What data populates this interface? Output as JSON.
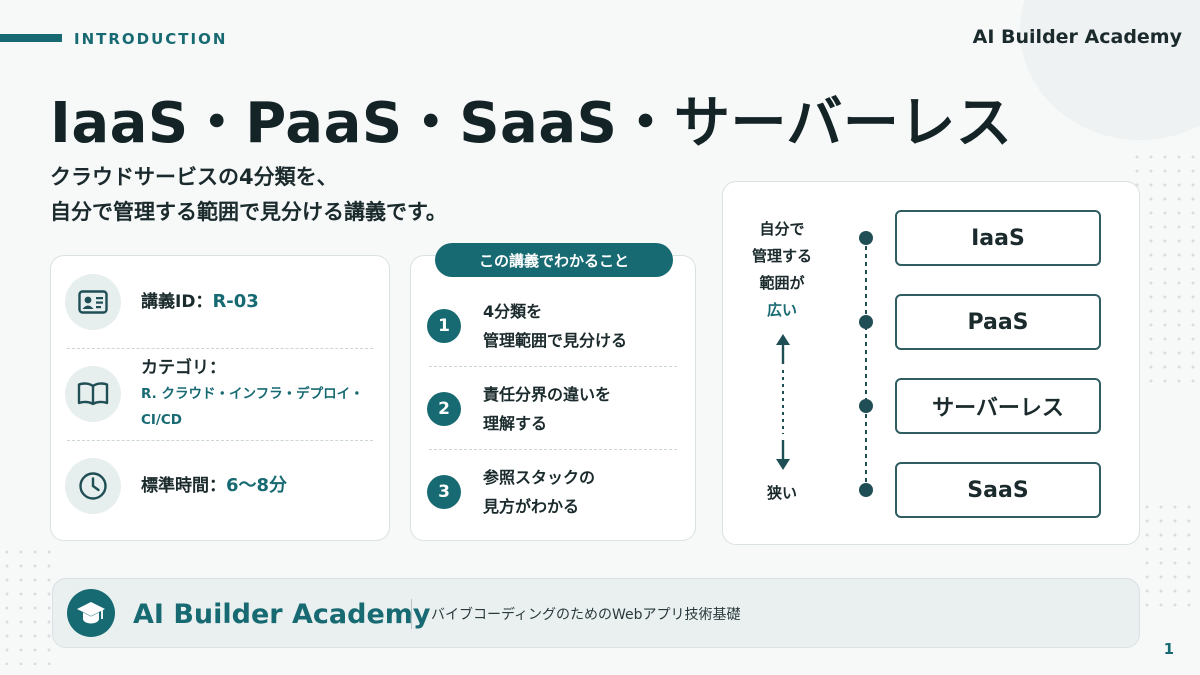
{
  "header": {
    "section_label": "INTRODUCTION",
    "brand": "AI Builder Academy"
  },
  "title": "IaaS・PaaS・SaaS・サーバーレス",
  "subtitle": {
    "line1": "クラウドサービスの4分類を、",
    "line2": "自分で管理する範囲で見分ける講義です。"
  },
  "info": {
    "lecture_id_label": "講義ID：",
    "lecture_id_value": "R-03",
    "category_label": "カテゴリ：",
    "category_value": "R. クラウド・インフラ・デプロイ・CI/CD",
    "time_label": "標準時間：",
    "time_value": "6〜8分",
    "icons": [
      "id-card-icon",
      "book-icon",
      "clock-icon"
    ]
  },
  "learn": {
    "heading": "この講義でわかること",
    "items": [
      {
        "num": "1",
        "line1": "4分類を",
        "line2": "管理範囲で見分ける"
      },
      {
        "num": "2",
        "line1": "責任分界の違いを",
        "line2": "理解する"
      },
      {
        "num": "3",
        "line1": "参照スタックの",
        "line2": "見方がわかる"
      }
    ]
  },
  "scale": {
    "top_line1": "自分で",
    "top_line2": "管理する",
    "top_line3": "範囲が",
    "top_accent": "広い",
    "bottom": "狭い",
    "items": [
      "IaaS",
      "PaaS",
      "サーバーレス",
      "SaaS"
    ]
  },
  "footer": {
    "brand": "AI Builder Academy",
    "description": "バイブコーディングのためのWebアプリ技術基礎",
    "logo_icon": "graduation-cap-icon"
  },
  "page_number": "1",
  "colors": {
    "accent": "#176a72",
    "text": "#1b2a2c",
    "background": "#f7f9f9"
  }
}
